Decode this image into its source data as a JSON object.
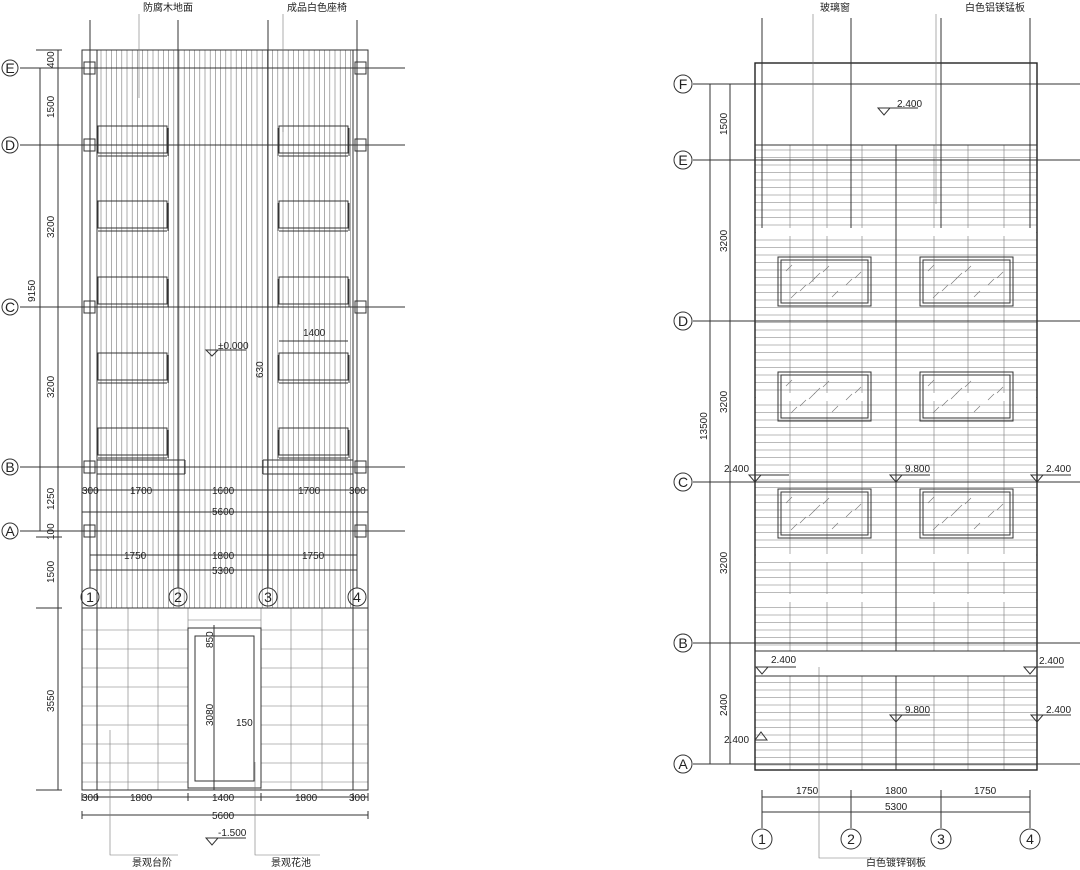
{
  "plan": {
    "labels": {
      "deck": "防腐木地面",
      "bench": "成品白色座椅",
      "steps": "景观台阶",
      "planter": "景观花池"
    },
    "axis_rows": [
      "E",
      "D",
      "C",
      "B",
      "A"
    ],
    "axis_cols": [
      "1",
      "2",
      "3",
      "4"
    ],
    "left_dims": [
      "400",
      "1500",
      "3200",
      "3200",
      "1250",
      "100",
      "1500",
      "3550"
    ],
    "total_dim": "9150",
    "row1_dims": [
      "300",
      "1700",
      "1600",
      "1700",
      "300"
    ],
    "row1_total": "5600",
    "row2_dims": [
      "1750",
      "1800",
      "1750"
    ],
    "row2_total": "5300",
    "bottom_dims": [
      "300",
      "1800",
      "1400",
      "1800",
      "300"
    ],
    "bottom_total": "5600",
    "bench_width": "1400",
    "bench_depth": "630",
    "planter_length": "3080",
    "planter_offset": "850",
    "planter_edge": "150",
    "level_deck": "±0.000",
    "level_ground": "-1.500"
  },
  "elevation": {
    "labels": {
      "glass": "玻璃窗",
      "panel": "白色铝镁锰板",
      "steel": "白色镀锌钢板"
    },
    "axis_rows": [
      "F",
      "E",
      "D",
      "C",
      "B",
      "A"
    ],
    "axis_cols": [
      "1",
      "2",
      "3",
      "4"
    ],
    "left_dims": [
      "1500",
      "3200",
      "3200",
      "3200",
      "2400"
    ],
    "total_dim": "13500",
    "bottom_dims": [
      "1750",
      "1800",
      "1750"
    ],
    "bottom_total": "5300",
    "levels": {
      "top": "2.400",
      "c_left": "2.400",
      "c_mid": "9.800",
      "c_right": "2.400",
      "band_left": "2.400",
      "band_right": "2.400",
      "low_mid": "9.800",
      "low_right": "2.400",
      "low_left": "2.400"
    }
  }
}
